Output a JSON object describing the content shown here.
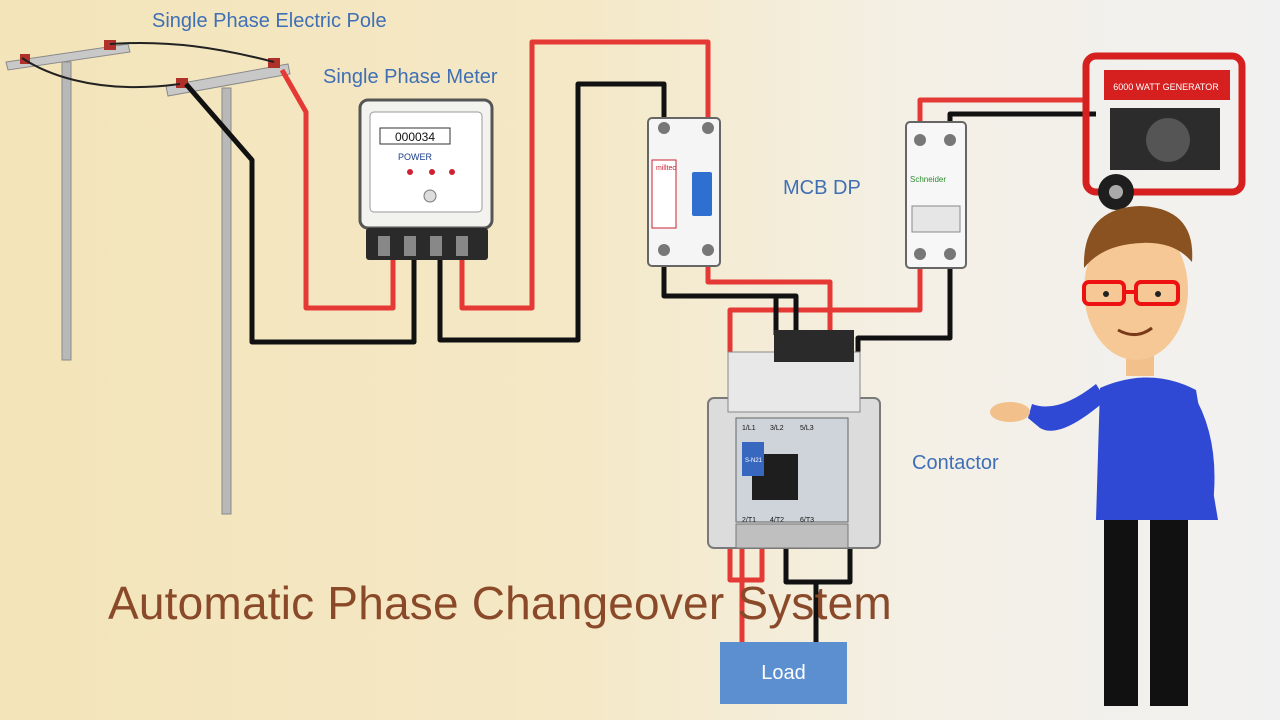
{
  "title": "Automatic Phase Changeover System",
  "labels": {
    "pole": "Single Phase Electric Pole",
    "meter": "Single Phase Meter",
    "mcb": "MCB DP",
    "contactor": "Contactor",
    "load": "Load"
  },
  "device_text": {
    "meter_brand": "POWER",
    "meter_reading": "000034",
    "rccb_brand": "milltec",
    "mcb_brand": "Schneider",
    "generator_badge": "6000 WATT GENERATOR",
    "contactor_model": "S-N21",
    "contactor_top": [
      "1/L1",
      "3/L2",
      "5/L3"
    ],
    "contactor_bottom": [
      "2/T1",
      "4/T2",
      "6/T3"
    ]
  },
  "colors": {
    "phase_wire": "#e53935",
    "neutral_wire": "#111111",
    "label_blue": "#3f6fb5",
    "title_brown": "#8a4a2a",
    "load_box": "#5b8fcf",
    "generator_red": "#d62020"
  }
}
